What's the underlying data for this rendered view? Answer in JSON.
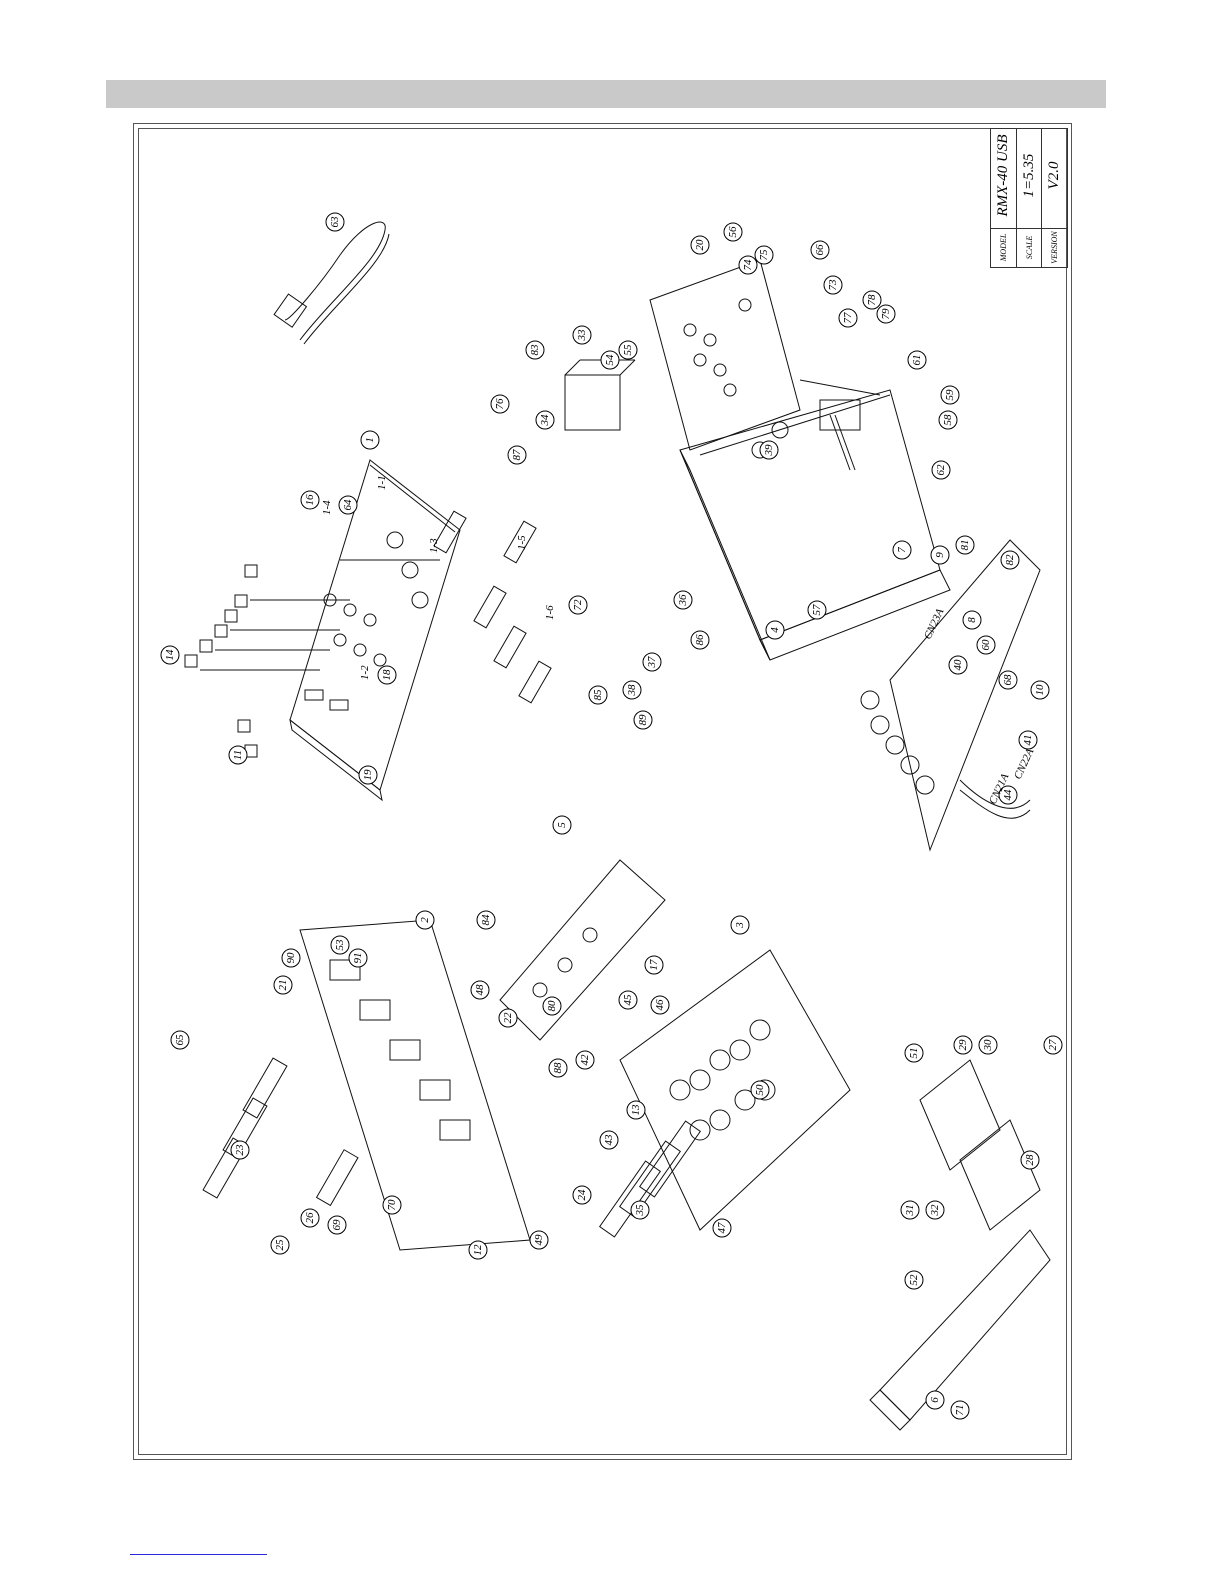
{
  "title_block": {
    "model_label": "MODEL",
    "model_value": "RMX-40 USB",
    "scale_label": "SCALE",
    "scale_value": "1=5.35",
    "version_label": "VERSION",
    "version_value": "V2.0"
  },
  "callouts": [
    "1",
    "2",
    "3",
    "4",
    "5",
    "6",
    "7",
    "8",
    "9",
    "10",
    "11",
    "12",
    "13",
    "14",
    "16",
    "17",
    "18",
    "19",
    "20",
    "21",
    "22",
    "23",
    "24",
    "25",
    "26",
    "27",
    "28",
    "29",
    "30",
    "31",
    "32",
    "33",
    "34",
    "35",
    "36",
    "37",
    "38",
    "39",
    "40",
    "41",
    "42",
    "43",
    "44",
    "45",
    "46",
    "47",
    "48",
    "49",
    "50",
    "51",
    "52",
    "53",
    "54",
    "55",
    "56",
    "57",
    "58",
    "59",
    "60",
    "61",
    "62",
    "63",
    "64",
    "65",
    "66",
    "68",
    "69",
    "70",
    "71",
    "72",
    "73",
    "74",
    "75",
    "76",
    "77",
    "78",
    "79",
    "80",
    "81",
    "82",
    "83",
    "84",
    "85",
    "86",
    "87",
    "88",
    "89",
    "90",
    "91"
  ],
  "sub_labels": [
    "1-1",
    "1-2",
    "1-3",
    "1-4",
    "1-5",
    "1-6"
  ],
  "connector_labels": [
    "CN23A",
    "CN22A",
    "CN21A"
  ]
}
